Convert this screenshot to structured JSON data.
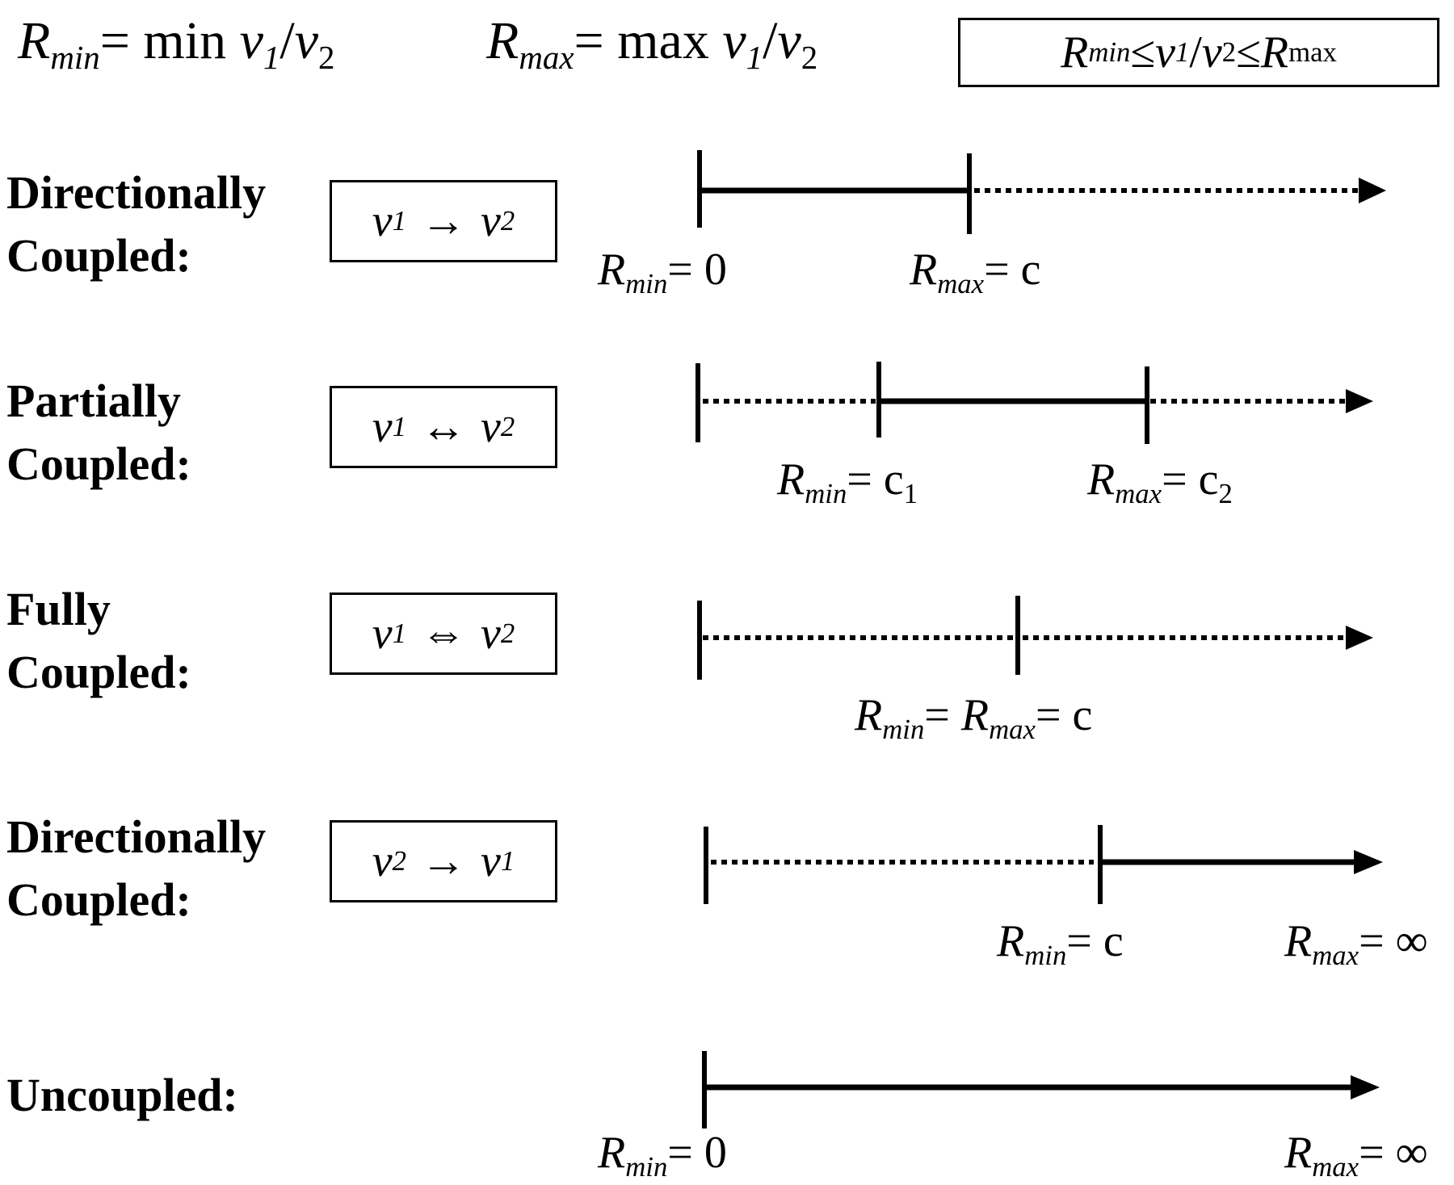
{
  "header": {
    "rmin_def": {
      "lhs": "R",
      "lhs_sub": "min",
      "eq": "= min ",
      "v1": "v",
      "v1_sub": "1",
      "slash": "/",
      "v2": "v",
      "v2_sub": "2"
    },
    "rmax_def": {
      "lhs": "R",
      "lhs_sub": "max",
      "eq": "= max ",
      "v1": "v",
      "v1_sub": "1",
      "slash": "/",
      "v2": "v",
      "v2_sub": "2"
    },
    "bounds_box": {
      "r1": "R",
      "r1_sub": "min",
      "le1": " ≤ ",
      "v1": "v",
      "v1_sub": "1",
      "slash": "/",
      "v2": "v",
      "v2_sub": "2",
      "le2": " ≤ ",
      "r2": "R",
      "r2_sub": "max"
    }
  },
  "rows": [
    {
      "label_line1": "Directionally",
      "label_line2": "Coupled:",
      "box": {
        "a": "v",
        "a_sub": "1",
        "arrow": "→",
        "b": "v",
        "b_sub": "2"
      },
      "labels": [
        {
          "R": "R",
          "sub": "min",
          "rest": "= 0"
        },
        {
          "R": "R",
          "sub": "max",
          "rest": "= c"
        }
      ]
    },
    {
      "label_line1": "Partially",
      "label_line2": "Coupled:",
      "box": {
        "a": "v",
        "a_sub": "1",
        "arrow": "↔",
        "b": "v",
        "b_sub": "2"
      },
      "labels": [
        {
          "R": "R",
          "sub": "min",
          "rest": "= c",
          "rest_sub": "1"
        },
        {
          "R": "R",
          "sub": "max",
          "rest": "= c",
          "rest_sub": "2"
        }
      ]
    },
    {
      "label_line1": "Fully",
      "label_line2": "Coupled:",
      "box": {
        "a": "v",
        "a_sub": "1",
        "arrow": "⇔",
        "b": "v",
        "b_sub": "2"
      },
      "labels": [
        {
          "R": "R",
          "sub": "min",
          "mid": "= ",
          "R2": "R",
          "sub2": "max",
          "rest": "= c"
        }
      ]
    },
    {
      "label_line1": "Directionally",
      "label_line2": "Coupled:",
      "box": {
        "a": "v",
        "a_sub": "2",
        "arrow": "→",
        "b": "v",
        "b_sub": "1"
      },
      "labels": [
        {
          "R": "R",
          "sub": "min",
          "rest": "= c"
        },
        {
          "R": "R",
          "sub": "max",
          "rest": "= ∞"
        }
      ]
    },
    {
      "label_line1": "Uncoupled:",
      "labels": [
        {
          "R": "R",
          "sub": "min",
          "rest": "= 0"
        },
        {
          "R": "R",
          "sub": "max",
          "rest": "= ∞"
        }
      ]
    }
  ]
}
